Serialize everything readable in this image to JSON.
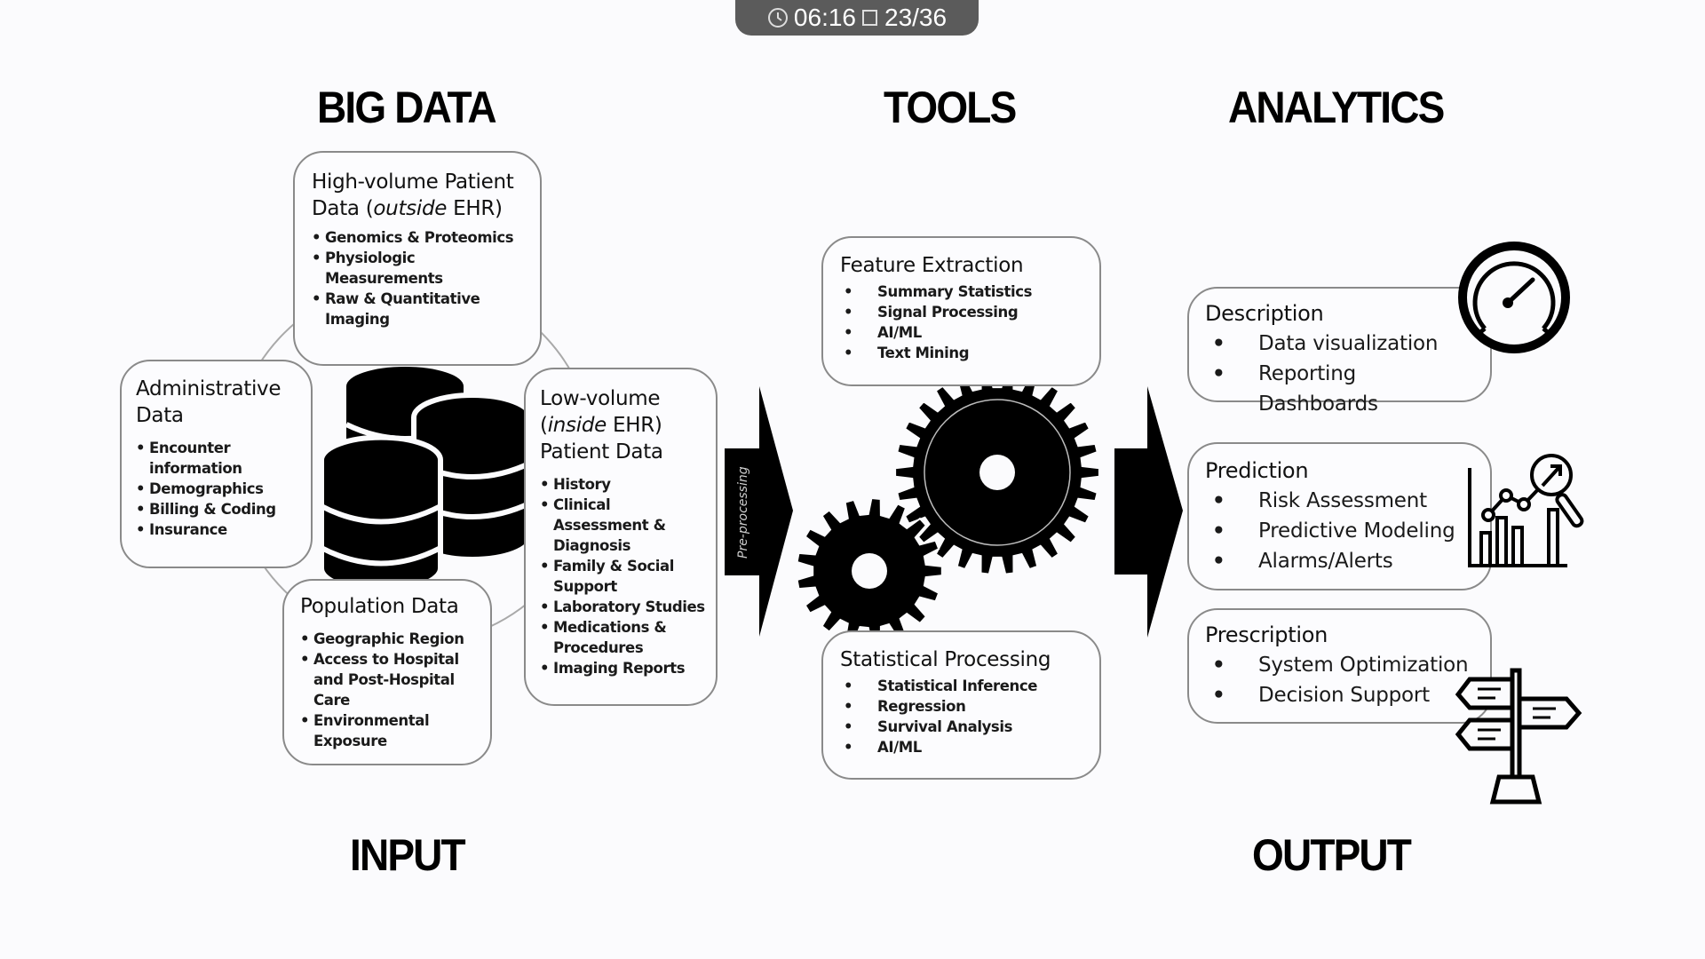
{
  "player_bar": {
    "time": "06:16",
    "slide_counter": "23/36",
    "icons": [
      "clock-icon",
      "slide-icon"
    ]
  },
  "headings": {
    "big_data": "BIG DATA",
    "tools": "TOOLS",
    "analytics": "ANALYTICS",
    "input": "INPUT",
    "output": "OUTPUT"
  },
  "input_boxes": {
    "high_volume": {
      "title_line1": "High-volume Patient",
      "title_pre": "Data (",
      "title_em": "outside",
      "title_post": " EHR)",
      "items": [
        "Genomics & Proteomics",
        "Physiologic Measurements",
        "Raw & Quantitative Imaging"
      ]
    },
    "administrative": {
      "title": "Administrative Data",
      "items": [
        "Encounter information",
        "Demographics",
        "Billing & Coding",
        "Insurance"
      ]
    },
    "low_volume": {
      "title_line1": "Low-volume",
      "title_pre": "(",
      "title_em": "inside",
      "title_post": " EHR)",
      "title_line3": "Patient Data",
      "items": [
        "History",
        "Clinical Assessment & Diagnosis",
        "Family & Social Support",
        "Laboratory Studies",
        "Medications & Procedures",
        "Imaging Reports"
      ]
    },
    "population": {
      "title": "Population Data",
      "items": [
        "Geographic Region",
        "Access to Hospital and Post-Hospital Care",
        "Environmental Exposure"
      ]
    }
  },
  "arrow_label": "Pre-processing",
  "tool_boxes": {
    "feature_extraction": {
      "title": "Feature Extraction",
      "items": [
        "Summary Statistics",
        "Signal Processing",
        "AI/ML",
        "Text Mining"
      ]
    },
    "statistical_processing": {
      "title": "Statistical Processing",
      "items": [
        "Statistical Inference",
        "Regression",
        "Survival Analysis",
        "AI/ML"
      ]
    }
  },
  "output_boxes": {
    "description": {
      "title": "Description",
      "items": [
        "Data visualization",
        "Reporting Dashboards"
      ],
      "icon": "gauge-icon"
    },
    "prediction": {
      "title": "Prediction",
      "items": [
        "Risk Assessment",
        "Predictive Modeling",
        "Alarms/Alerts"
      ],
      "icon": "chart-magnifier-icon"
    },
    "prescription": {
      "title": "Prescription",
      "items": [
        "System Optimization",
        "Decision Support"
      ],
      "icon": "signpost-icon"
    }
  },
  "colors": {
    "background": "#fbfbfd",
    "ink": "#000000",
    "box_border": "#8a8a8a",
    "player_bar": "#5b5b5b"
  }
}
